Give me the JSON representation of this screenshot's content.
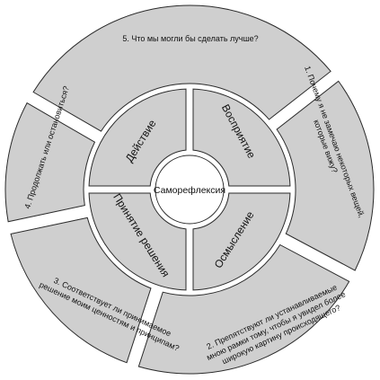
{
  "diagram": {
    "center_label": "Саморефлексия",
    "inner_stages": [
      {
        "id": "perception",
        "label": "Восприятие"
      },
      {
        "id": "reflection",
        "label": "Осмысление"
      },
      {
        "id": "decision",
        "label": "Принятие решения"
      },
      {
        "id": "action",
        "label": "Действие"
      }
    ],
    "outer_questions": [
      {
        "id": "q1",
        "lines": [
          "1. Почему я не замечаю некоторых вещей,",
          "которые вижу?"
        ]
      },
      {
        "id": "q2",
        "lines": [
          "2. Препятствуют ли устанавливаемые",
          "мною рамки тому, чтобы я увидел более",
          "широкую картину происходящего?"
        ]
      },
      {
        "id": "q3",
        "lines": [
          "3. Соответствует ли принимаемое",
          "решение моим ценностям и принципам?"
        ]
      },
      {
        "id": "q4",
        "lines": [
          "4. Продолжать или остановиться?"
        ]
      },
      {
        "id": "q5",
        "lines": [
          "5. Что мы могли бы сделать лучше?"
        ]
      }
    ]
  }
}
